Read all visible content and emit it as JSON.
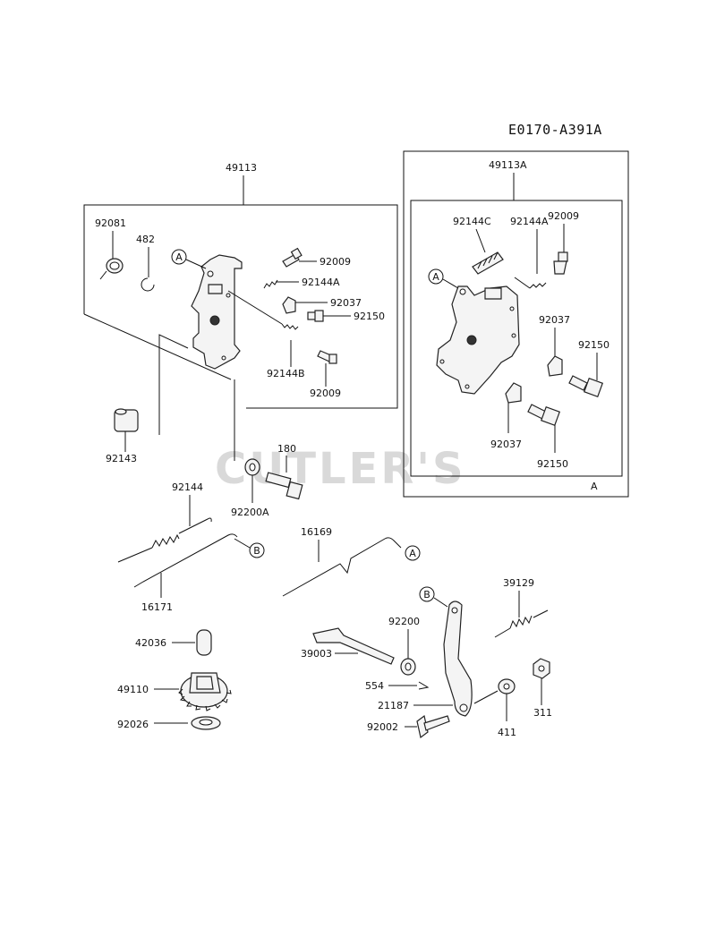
{
  "diagram_code": "E0170-A391A",
  "watermark": "CUTLER'S",
  "frame_letter": "A",
  "callouts": {
    "a": "A",
    "b": "B"
  },
  "parts": {
    "p49113": "49113",
    "p49113A": "49113A",
    "p92081": "92081",
    "p482": "482",
    "p92009_a": "92009",
    "p92144A_a": "92144A",
    "p92037_a": "92037",
    "p92150_a": "92150",
    "p92144B": "92144B",
    "p92009_b": "92009",
    "p92143": "92143",
    "p180": "180",
    "p92200A": "92200A",
    "p92144C": "92144C",
    "p92009_c": "92009",
    "p92144A_b": "92144A",
    "p92037_b": "92037",
    "p92150_b": "92150",
    "p92037_c": "92037",
    "p92150_c": "92150",
    "p92144": "92144",
    "p16171": "16171",
    "p16169": "16169",
    "p39129": "39129",
    "p42036": "42036",
    "p49110": "49110",
    "p92026": "92026",
    "p92200": "92200",
    "p39003": "39003",
    "p554": "554",
    "p21187": "21187",
    "p92002": "92002",
    "p411": "411",
    "p311": "311"
  }
}
